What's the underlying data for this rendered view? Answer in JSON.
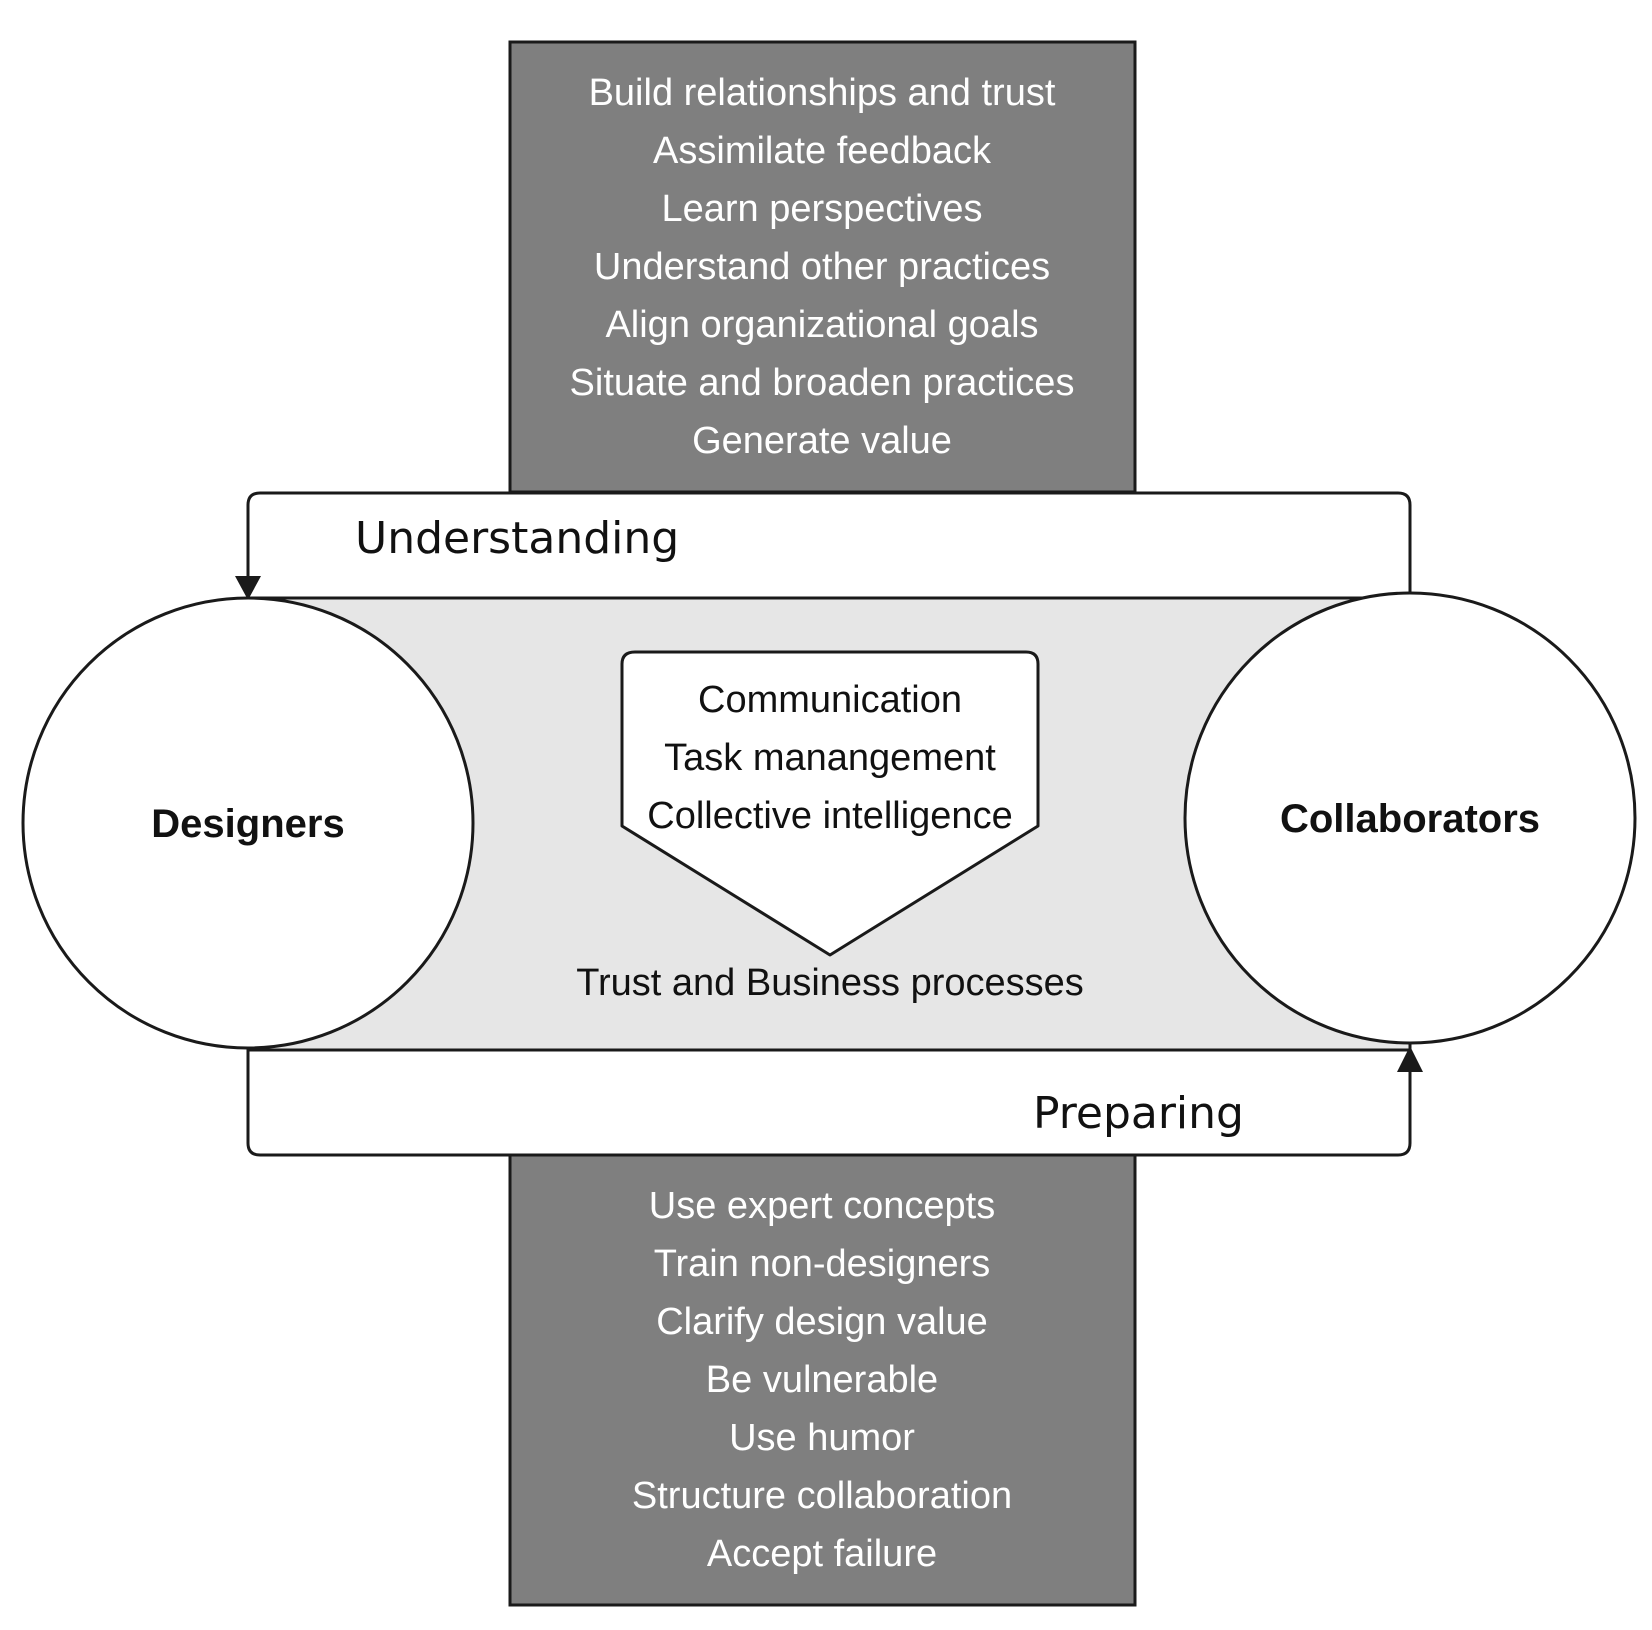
{
  "top_box": {
    "items": [
      "Build relationships and trust",
      "Assimilate feedback",
      "Learn perspectives",
      "Understand other practices",
      "Align organizational goals",
      "Situate and broaden practices",
      "Generate value"
    ]
  },
  "bottom_box": {
    "items": [
      "Use expert concepts",
      "Train non-designers",
      "Clarify design value",
      "Be vulnerable",
      "Use humor",
      "Structure collaboration",
      "Accept failure"
    ]
  },
  "flows": {
    "top_label": "Understanding",
    "bottom_label": "Preparing"
  },
  "nodes": {
    "left": "Designers",
    "right": "Collaborators"
  },
  "center": {
    "pentagon_items": [
      "Communication",
      "Task manangement",
      "Collective intelligence"
    ],
    "base_label": "Trust and Business processes"
  },
  "colors": {
    "box_fill": "#7f7f7f",
    "band_fill": "#e6e6e6",
    "stroke": "#1a1a1a"
  }
}
